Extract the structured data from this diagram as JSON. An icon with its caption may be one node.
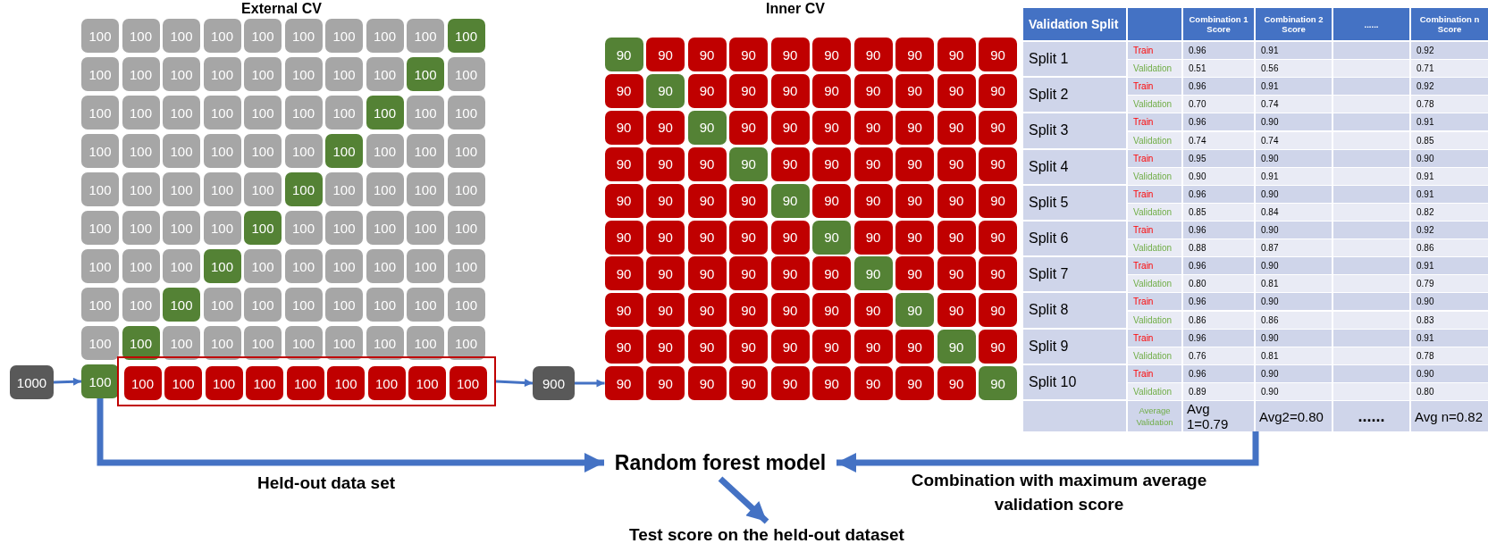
{
  "diagram": {
    "nodes": [
      {
        "text": [
          "1000"
        ]
      },
      {
        "text": [
          "100"
        ]
      },
      {
        "text": [
          "100"
        ]
      },
      {
        "text": [
          "100"
        ]
      },
      {
        "text": [
          "100"
        ]
      },
      {
        "text": [
          "100"
        ]
      },
      {
        "text": [
          "100"
        ]
      },
      {
        "text": [
          "100"
        ]
      },
      {
        "text": [
          "100"
        ]
      },
      {
        "text": [
          "100"
        ]
      },
      {
        "text": [
          "100"
        ]
      },
      {
        "text": [
          "100"
        ]
      },
      {
        "text": [
          "100"
        ]
      },
      {
        "text": [
          "100"
        ]
      },
      {
        "text": [
          "100"
        ]
      },
      {
        "text": [
          "100"
        ]
      },
      {
        "text": [
          "100"
        ]
      },
      {
        "text": [
          "100"
        ]
      },
      {
        "text": [
          "100"
        ]
      },
      {
        "text": [
          "100"
        ]
      },
      {
        "text": [
          "100"
        ]
      },
      {
        "text": [
          "100"
        ]
      },
      {
        "text": [
          "100"
        ]
      },
      {
        "text": [
          "100"
        ]
      },
      {
        "text": [
          "100"
        ]
      },
      {
        "text": [
          "100"
        ]
      },
      {
        "text": [
          "100"
        ]
      },
      {
        "text": [
          "100"
        ]
      },
      {
        "text": [
          "100"
        ]
      },
      {
        "text": [
          "100"
        ]
      },
      {
        "text": [
          "100"
        ]
      },
      {
        "text": [
          "100"
        ]
      },
      {
        "text": [
          "100"
        ]
      },
      {
        "text": [
          "100"
        ]
      },
      {
        "text": [
          "100"
        ]
      },
      {
        "text": [
          "100"
        ]
      },
      {
        "text": [
          "100"
        ]
      },
      {
        "text": [
          "100"
        ]
      },
      {
        "text": [
          "100"
        ]
      },
      {
        "text": [
          "100"
        ]
      },
      {
        "text": [
          "100"
        ]
      },
      {
        "text": [
          "100"
        ]
      },
      {
        "text": [
          "100"
        ]
      },
      {
        "text": [
          "100"
        ]
      },
      {
        "text": [
          "100"
        ]
      },
      {
        "text": [
          "100"
        ]
      },
      {
        "text": [
          "100"
        ]
      },
      {
        "text": [
          "100"
        ]
      },
      {
        "text": [
          "100"
        ]
      },
      {
        "text": [
          "100"
        ]
      },
      {
        "text": [
          "100"
        ]
      },
      {
        "text": [
          "100"
        ]
      },
      {
        "text": [
          "100"
        ]
      },
      {
        "text": [
          "100"
        ]
      },
      {
        "text": [
          "100"
        ]
      },
      {
        "text": [
          "100"
        ]
      },
      {
        "text": [
          "100"
        ]
      },
      {
        "text": [
          "100"
        ]
      },
      {
        "text": [
          "100"
        ]
      },
      {
        "text": [
          "100"
        ]
      },
      {
        "text": [
          "100"
        ]
      },
      {
        "text": [
          "100"
        ]
      },
      {
        "text": [
          "100"
        ]
      },
      {
        "text": [
          "100"
        ]
      },
      {
        "text": [
          "100"
        ]
      },
      {
        "text": [
          "100"
        ]
      },
      {
        "text": [
          "100"
        ]
      },
      {
        "text": [
          "100"
        ]
      },
      {
        "text": [
          "100"
        ]
      },
      {
        "text": [
          "100"
        ]
      },
      {
        "text": [
          "100"
        ]
      },
      {
        "text": [
          "100"
        ]
      },
      {
        "text": [
          "100"
        ]
      },
      {
        "text": [
          "100"
        ]
      },
      {
        "text": [
          "100"
        ]
      },
      {
        "text": [
          "100"
        ]
      },
      {
        "text": [
          "100"
        ]
      },
      {
        "text": [
          "100"
        ]
      },
      {
        "text": [
          "100"
        ]
      },
      {
        "text": [
          "100"
        ]
      },
      {
        "text": [
          "100"
        ]
      },
      {
        "text": [
          "100"
        ]
      },
      {
        "text": [
          "100"
        ]
      },
      {
        "text": [
          "100"
        ]
      },
      {
        "text": [
          "100"
        ]
      },
      {
        "text": [
          "100"
        ]
      },
      {
        "text": [
          "100"
        ]
      },
      {
        "text": [
          "100"
        ]
      },
      {
        "text": [
          "100"
        ]
      },
      {
        "text": [
          "100"
        ]
      },
      {
        "text": [
          "100"
        ]
      },
      {
        "text": [
          "100"
        ]
      },
      {
        "text": [],
        "shape": "box"
      },
      {
        "text": [
          "100"
        ],
        "in": 92
      },
      {
        "text": [
          "100"
        ],
        "in": 92
      },
      {
        "text": [
          "100"
        ],
        "in": 92
      },
      {
        "text": [
          "100"
        ],
        "in": 92
      },
      {
        "text": [
          "100"
        ],
        "in": 92
      },
      {
        "text": [
          "100"
        ],
        "in": 92
      },
      {
        "text": [
          "100"
        ],
        "in": 92
      },
      {
        "text": [
          "100"
        ],
        "in": 92
      },
      {
        "text": [
          "100"
        ],
        "in": 92
      },
      {
        "text": [
          "900"
        ]
      },
      {
        "text": [
          "90"
        ]
      },
      {
        "text": [
          "90"
        ]
      },
      {
        "text": [
          "90"
        ]
      },
      {
        "text": [
          "90"
        ]
      },
      {
        "text": [
          "90"
        ]
      },
      {
        "text": [
          "90"
        ]
      },
      {
        "text": [
          "90"
        ]
      },
      {
        "text": [
          "90"
        ]
      },
      {
        "text": [
          "90"
        ]
      },
      {
        "text": [
          "90"
        ]
      },
      {
        "text": [
          "90"
        ]
      },
      {
        "text": [
          "90"
        ]
      },
      {
        "text": [
          "90"
        ]
      },
      {
        "text": [
          "90"
        ]
      },
      {
        "text": [
          "90"
        ]
      },
      {
        "text": [
          "90"
        ]
      },
      {
        "text": [
          "90"
        ]
      },
      {
        "text": [
          "90"
        ]
      },
      {
        "text": [
          "90"
        ]
      },
      {
        "text": [
          "90"
        ]
      },
      {
        "text": [
          "90"
        ]
      },
      {
        "text": [
          "90"
        ]
      },
      {
        "text": [
          "90"
        ]
      },
      {
        "text": [
          "90"
        ]
      },
      {
        "text": [
          "90"
        ]
      },
      {
        "text": [
          "90"
        ]
      },
      {
        "text": [
          "90"
        ]
      },
      {
        "text": [
          "90"
        ]
      },
      {
        "text": [
          "90"
        ]
      },
      {
        "text": [
          "90"
        ]
      },
      {
        "text": [
          "90"
        ]
      },
      {
        "text": [
          "90"
        ]
      },
      {
        "text": [
          "90"
        ]
      },
      {
        "text": [
          "90"
        ]
      },
      {
        "text": [
          "90"
        ]
      },
      {
        "text": [
          "90"
        ]
      },
      {
        "text": [
          "90"
        ]
      },
      {
        "text": [
          "90"
        ]
      },
      {
        "text": [
          "90"
        ]
      },
      {
        "text": [
          "90"
        ]
      },
      {
        "text": [
          "90"
        ]
      },
      {
        "text": [
          "90"
        ]
      },
      {
        "text": [
          "90"
        ]
      },
      {
        "text": [
          "90"
        ]
      },
      {
        "text": [
          "90"
        ]
      },
      {
        "text": [
          "90"
        ]
      },
      {
        "text": [
          "90"
        ]
      },
      {
        "text": [
          "90"
        ]
      },
      {
        "text": [
          "90"
        ]
      },
      {
        "text": [
          "90"
        ]
      },
      {
        "text": [
          "90"
        ]
      },
      {
        "text": [
          "90"
        ]
      },
      {
        "text": [
          "90"
        ]
      },
      {
        "text": [
          "90"
        ]
      },
      {
        "text": [
          "90"
        ]
      },
      {
        "text": [
          "90"
        ]
      },
      {
        "text": [
          "90"
        ]
      },
      {
        "text": [
          "90"
        ]
      },
      {
        "text": [
          "90"
        ]
      },
      {
        "text": [
          "90"
        ]
      },
      {
        "text": [
          "90"
        ]
      },
      {
        "text": [
          "90"
        ]
      },
      {
        "text": [
          "90"
        ]
      },
      {
        "text": [
          "90"
        ]
      },
      {
        "text": [
          "90"
        ]
      },
      {
        "text": [
          "90"
        ]
      },
      {
        "text": [
          "90"
        ]
      },
      {
        "text": [
          "90"
        ]
      },
      {
        "text": [
          "90"
        ]
      },
      {
        "text": [
          "90"
        ]
      },
      {
        "text": [
          "90"
        ]
      },
      {
        "text": [
          "90"
        ]
      },
      {
        "text": [
          "90"
        ]
      },
      {
        "text": [
          "90"
        ]
      },
      {
        "text": [
          "90"
        ]
      },
      {
        "text": [
          "90"
        ]
      },
      {
        "text": [
          "90"
        ]
      },
      {
        "text": [
          "90"
        ]
      },
      {
        "text": [
          "90"
        ]
      },
      {
        "text": [
          "90"
        ]
      },
      {
        "text": [
          "90"
        ]
      },
      {
        "text": [
          "90"
        ]
      },
      {
        "text": [
          "90"
        ]
      },
      {
        "text": [
          "90"
        ]
      },
      {
        "text": [
          "90"
        ]
      },
      {
        "text": [
          "90"
        ]
      },
      {
        "text": [
          "90"
        ]
      },
      {
        "text": [
          "90"
        ]
      },
      {
        "text": [
          "90"
        ]
      },
      {
        "text": [
          "90"
        ]
      },
      {
        "text": [
          "90"
        ]
      },
      {
        "text": [
          "90"
        ]
      },
      {
        "text": [
          "90"
        ]
      },
      {
        "text": [
          "90"
        ]
      },
      {
        "text": [
          "90"
        ]
      },
      {
        "text": [
          "90"
        ]
      },
      {
        "text": [
          "90"
        ]
      },
      {
        "text": [
          "90"
        ]
      },
      {
        "text": [
          "90"
        ]
      },
      {
        "text": [
          "90"
        ]
      },
      {
        "text": [],
        "shape": "table"
      },
      {
        "text": [
          "Random forest model"
        ]
      },
      {
        "text": [
          "Test score on the held-out dataset"
        ]
      }
    ],
    "edges": [
      {
        "from": 0,
        "to": 91,
        "arrow": "to"
      },
      {
        "from": 92,
        "to": 102,
        "arrow": "to"
      },
      {
        "from": 102,
        "to": 193,
        "arrow": "to"
      },
      {
        "from": 91,
        "to": 204,
        "arrow": "to",
        "label": "Held-out data set",
        "style": "thick"
      },
      {
        "from": 203,
        "to": 204,
        "arrow": "to",
        "label": "Combination with maximum average validation score",
        "style": "thick"
      },
      {
        "from": 204,
        "to": 205,
        "arrow": "to",
        "style": "thick"
      }
    ],
    "labels": [
      "External CV",
      "Inner CV",
      "Validation Split",
      "Combination 1 Score",
      "Combination 2 Score",
      "......",
      "Combination n Score",
      "Split 1",
      "Train",
      "0.96",
      "0.91",
      "0.92",
      "Validation",
      "0.51",
      "0.56",
      "0.71",
      "Split 2",
      "Train",
      "0.96",
      "0.91",
      "0.92",
      "Validation",
      "0.70",
      "0.74",
      "0.78",
      "Split 3",
      "Train",
      "0.96",
      "0.90",
      "0.91",
      "Validation",
      "0.74",
      "0.74",
      "0.85",
      "Split 4",
      "Train",
      "0.95",
      "0.90",
      "0.90",
      "Validation",
      "0.90",
      "0.91",
      "0.91",
      "Split 5",
      "Train",
      "0.96",
      "0.90",
      "0.91",
      "Validation",
      "0.85",
      "0.84",
      "0.82",
      "Split 6",
      "Train",
      "0.96",
      "0.90",
      "0.92",
      "Validation",
      "0.88",
      "0.87",
      "0.86",
      "Split 7",
      "Train",
      "0.96",
      "0.90",
      "0.91",
      "Validation",
      "0.80",
      "0.81",
      "0.79",
      "Split 8",
      "Train",
      "0.96",
      "0.90",
      "0.90",
      "Validation",
      "0.86",
      "0.86",
      "0.83",
      "Split 9",
      "Train",
      "0.96",
      "0.90",
      "0.91",
      "Validation",
      "0.76",
      "0.81",
      "0.78",
      "Split 10",
      "Train",
      "0.96",
      "0.90",
      "0.90",
      "Validation",
      "0.89",
      "0.90",
      "0.80",
      "Average Validation",
      "Avg 1=0.79",
      "Avg2=0.80",
      "......",
      "Avg n=0.82"
    ]
  }
}
